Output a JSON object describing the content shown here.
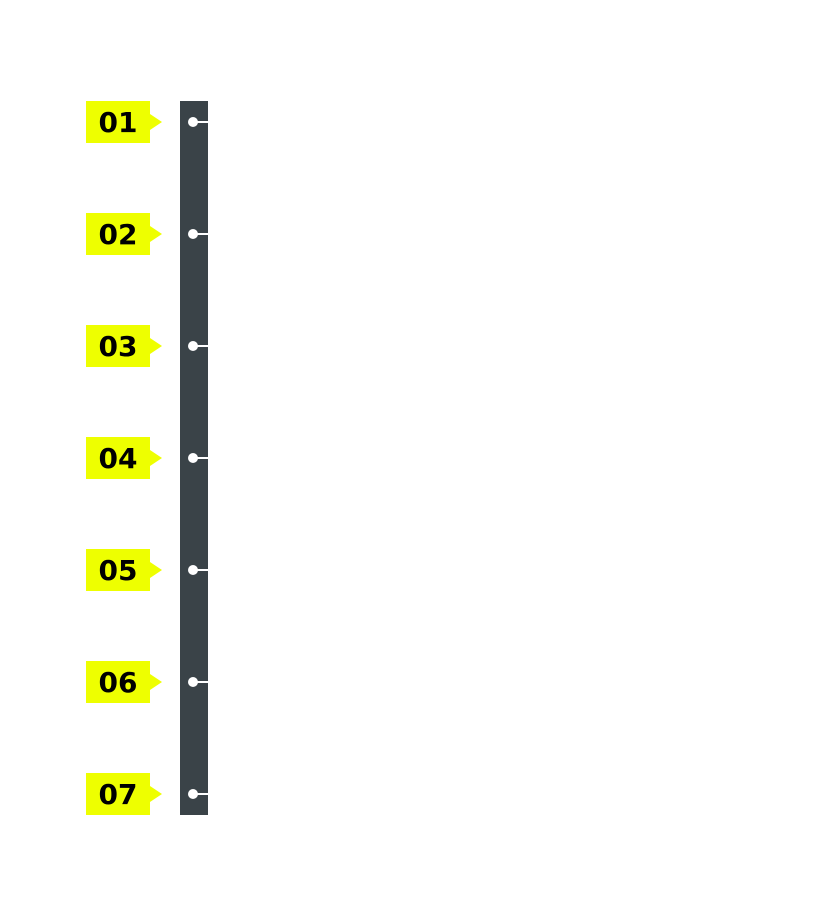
{
  "colors": {
    "badge": "#eeff00",
    "track": "#3a4348",
    "marker": "#ffffff",
    "text": "#000000"
  },
  "steps": [
    {
      "label": "01"
    },
    {
      "label": "02"
    },
    {
      "label": "03"
    },
    {
      "label": "04"
    },
    {
      "label": "05"
    },
    {
      "label": "06"
    },
    {
      "label": "07"
    }
  ]
}
